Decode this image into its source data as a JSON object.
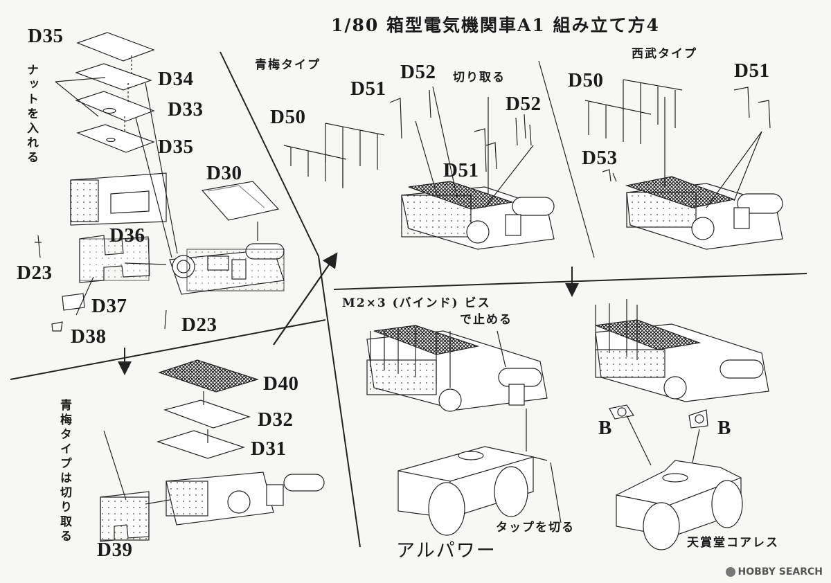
{
  "title": "1/80 箱型電気機関車A1 組み立て方4",
  "labels": {
    "D35a": "D35",
    "D34": "D34",
    "D33": "D33",
    "D35b": "D35",
    "D30": "D30",
    "D36": "D36",
    "D23a": "D23",
    "D37": "D37",
    "D38": "D38",
    "D23b": "D23",
    "D40": "D40",
    "D32": "D32",
    "D31": "D31",
    "D39": "D39",
    "D50a": "D50",
    "D51a": "D51",
    "D52a": "D52",
    "D52b": "D52",
    "D51b": "D51",
    "D50b": "D50",
    "D51c": "D51",
    "D53": "D53",
    "Ba": "B",
    "Bb": "B"
  },
  "notes": {
    "nut": "ナットを入れる",
    "ome_cut": "青梅タイプは切り取る",
    "ome_type": "青梅タイプ",
    "seibu_type": "西武タイプ",
    "cut_off": "切り取る",
    "screw": "M2×3 (バインド) ビス",
    "screw2": "で止める",
    "tap_cut": "タップを切る",
    "alpower": "アルパワー",
    "tenshodo": "天賞堂コアレス"
  },
  "watermark": "HOBBY SEARCH"
}
